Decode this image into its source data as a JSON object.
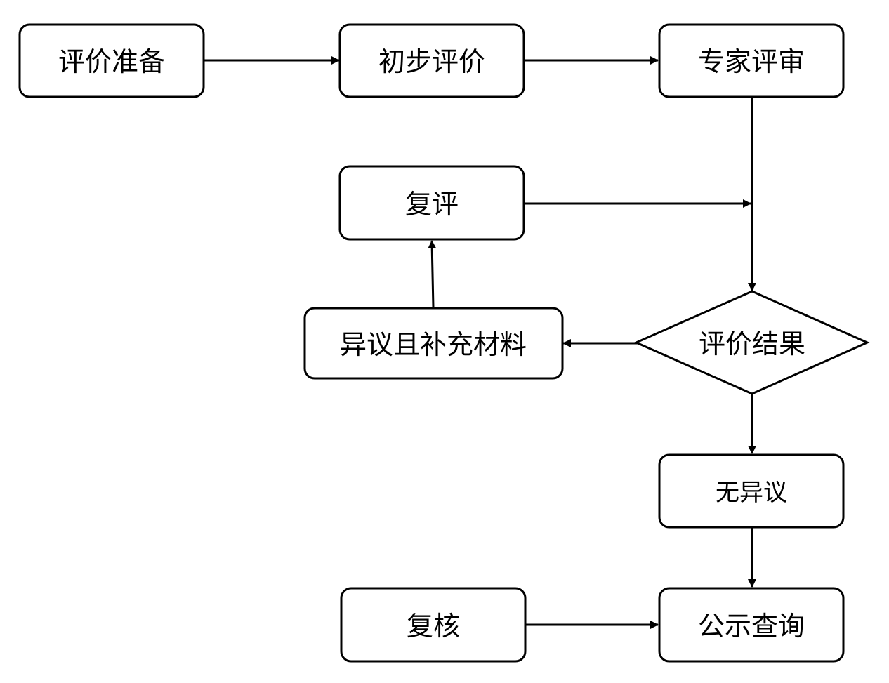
{
  "diagram": {
    "nodes": {
      "evaluation_prep": "评价准备",
      "initial_evaluation": "初步评价",
      "expert_review": "专家评审",
      "re_evaluation": "复评",
      "objection_supplement": "异议且补充材料",
      "evaluation_result": "评价结果",
      "no_objection": "无异议",
      "recheck": "复核",
      "public_query": "公示查询"
    }
  }
}
